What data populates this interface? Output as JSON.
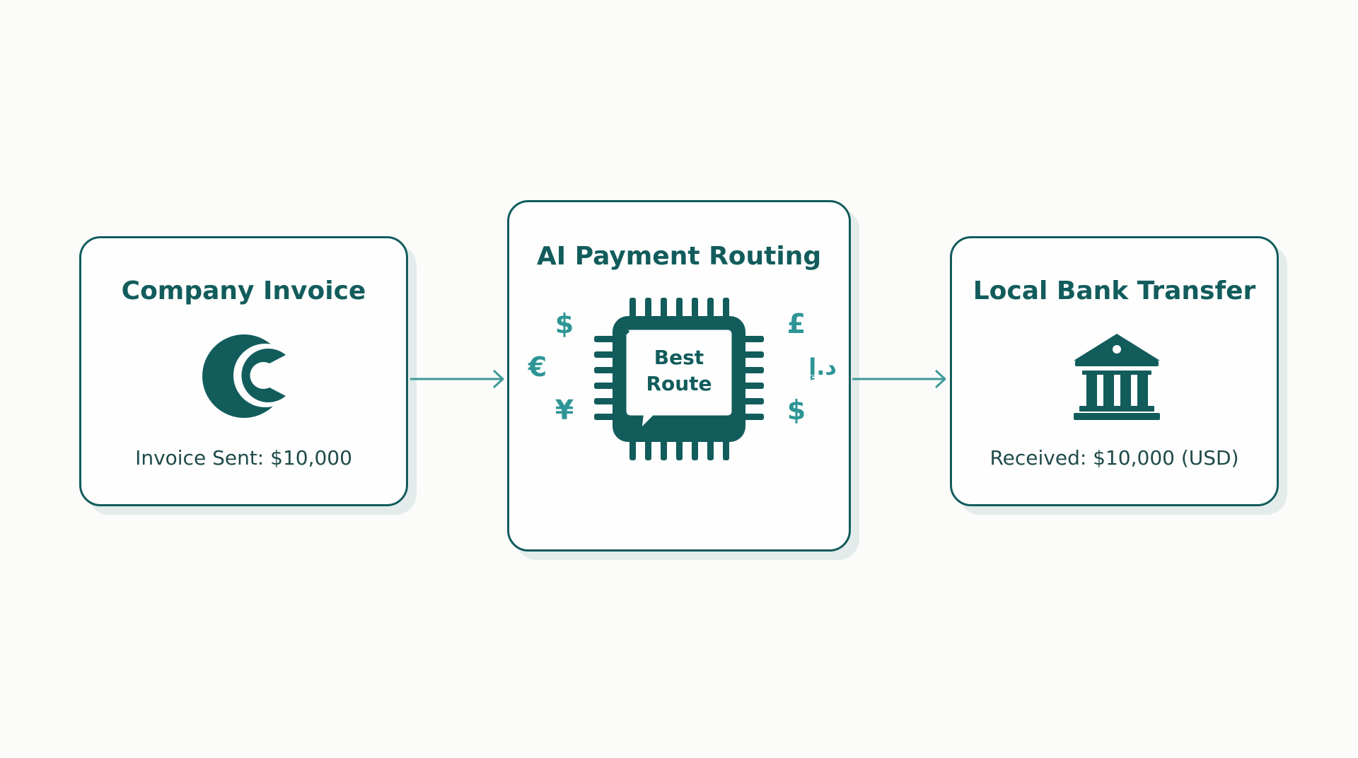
{
  "cards": {
    "invoice": {
      "title": "Company Invoice",
      "caption": "Invoice Sent: $10,000",
      "icon": "company-logo-icon"
    },
    "routing": {
      "title": "AI Payment Routing",
      "chip_label_line1": "Best",
      "chip_label_line2": "Route",
      "icon": "chip-icon",
      "currencies": {
        "dollar_top": "$",
        "euro": "€",
        "yen": "¥",
        "pound": "£",
        "dirham": "د.إ",
        "dollar_bottom": "$"
      }
    },
    "bank": {
      "title": "Local Bank Transfer",
      "caption": "Received: $10,000 (USD)",
      "icon": "bank-icon"
    }
  },
  "colors": {
    "primary": "#125c5c",
    "accent": "#2e9596",
    "arrow": "#3f9a9a",
    "shadow": "#e4eceb",
    "background": "#fbfbfa"
  }
}
